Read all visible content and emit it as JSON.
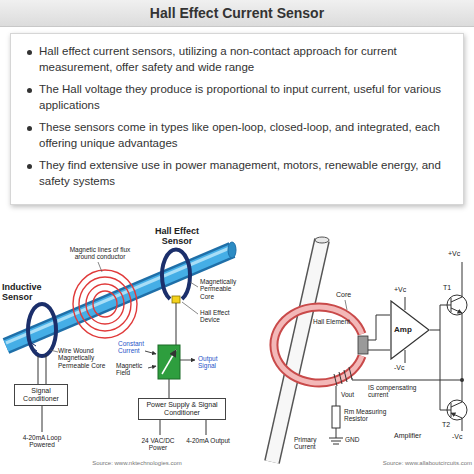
{
  "diagram": {
    "title": "Hall Effect Current Sensor",
    "nodes": [
      {
        "text": [
          "Hall effect current sensors, utilizing a non-contact approach for current measurement, offer safety and wide range",
          "The Hall voltage they produce is proportional to input current, useful for various applications",
          "These sensors come in types like open-loop, closed-loop, and integrated, each offering unique advantages",
          "They find extensive use in power management, motors, renewable energy, and safety systems"
        ]
      },
      {
        "text": [
          "Signal Conditioner"
        ]
      },
      {
        "text": [
          "Power Supply & Signal Conditioner"
        ]
      },
      {
        "text": [
          "Amp"
        ]
      }
    ],
    "labels": [
      "Magnetic lines of flux around conductor",
      "Hall Effect Sensor",
      "Inductive Sensor",
      "Magnetically Permeable Core",
      "Hall Effect Device",
      "Wire Wound Magnetically Permeable Core",
      "Constant Current",
      "Magnetic Field",
      "Output Signal",
      "4-20mA Loop Powered",
      "24 VAC/DC Power",
      "4-20mA Output",
      "Source: www.nktechnologies.com",
      "Core",
      "Hall Element",
      "+Vc",
      "T1",
      "+Vc",
      "-Vc",
      "IS compensating current",
      "Vout",
      "Rm Measuring Resistor",
      "T2",
      "Primary Current",
      "GND",
      "Amplifier",
      "-Vc",
      "Source: www.allaboutcircuits.com"
    ]
  }
}
